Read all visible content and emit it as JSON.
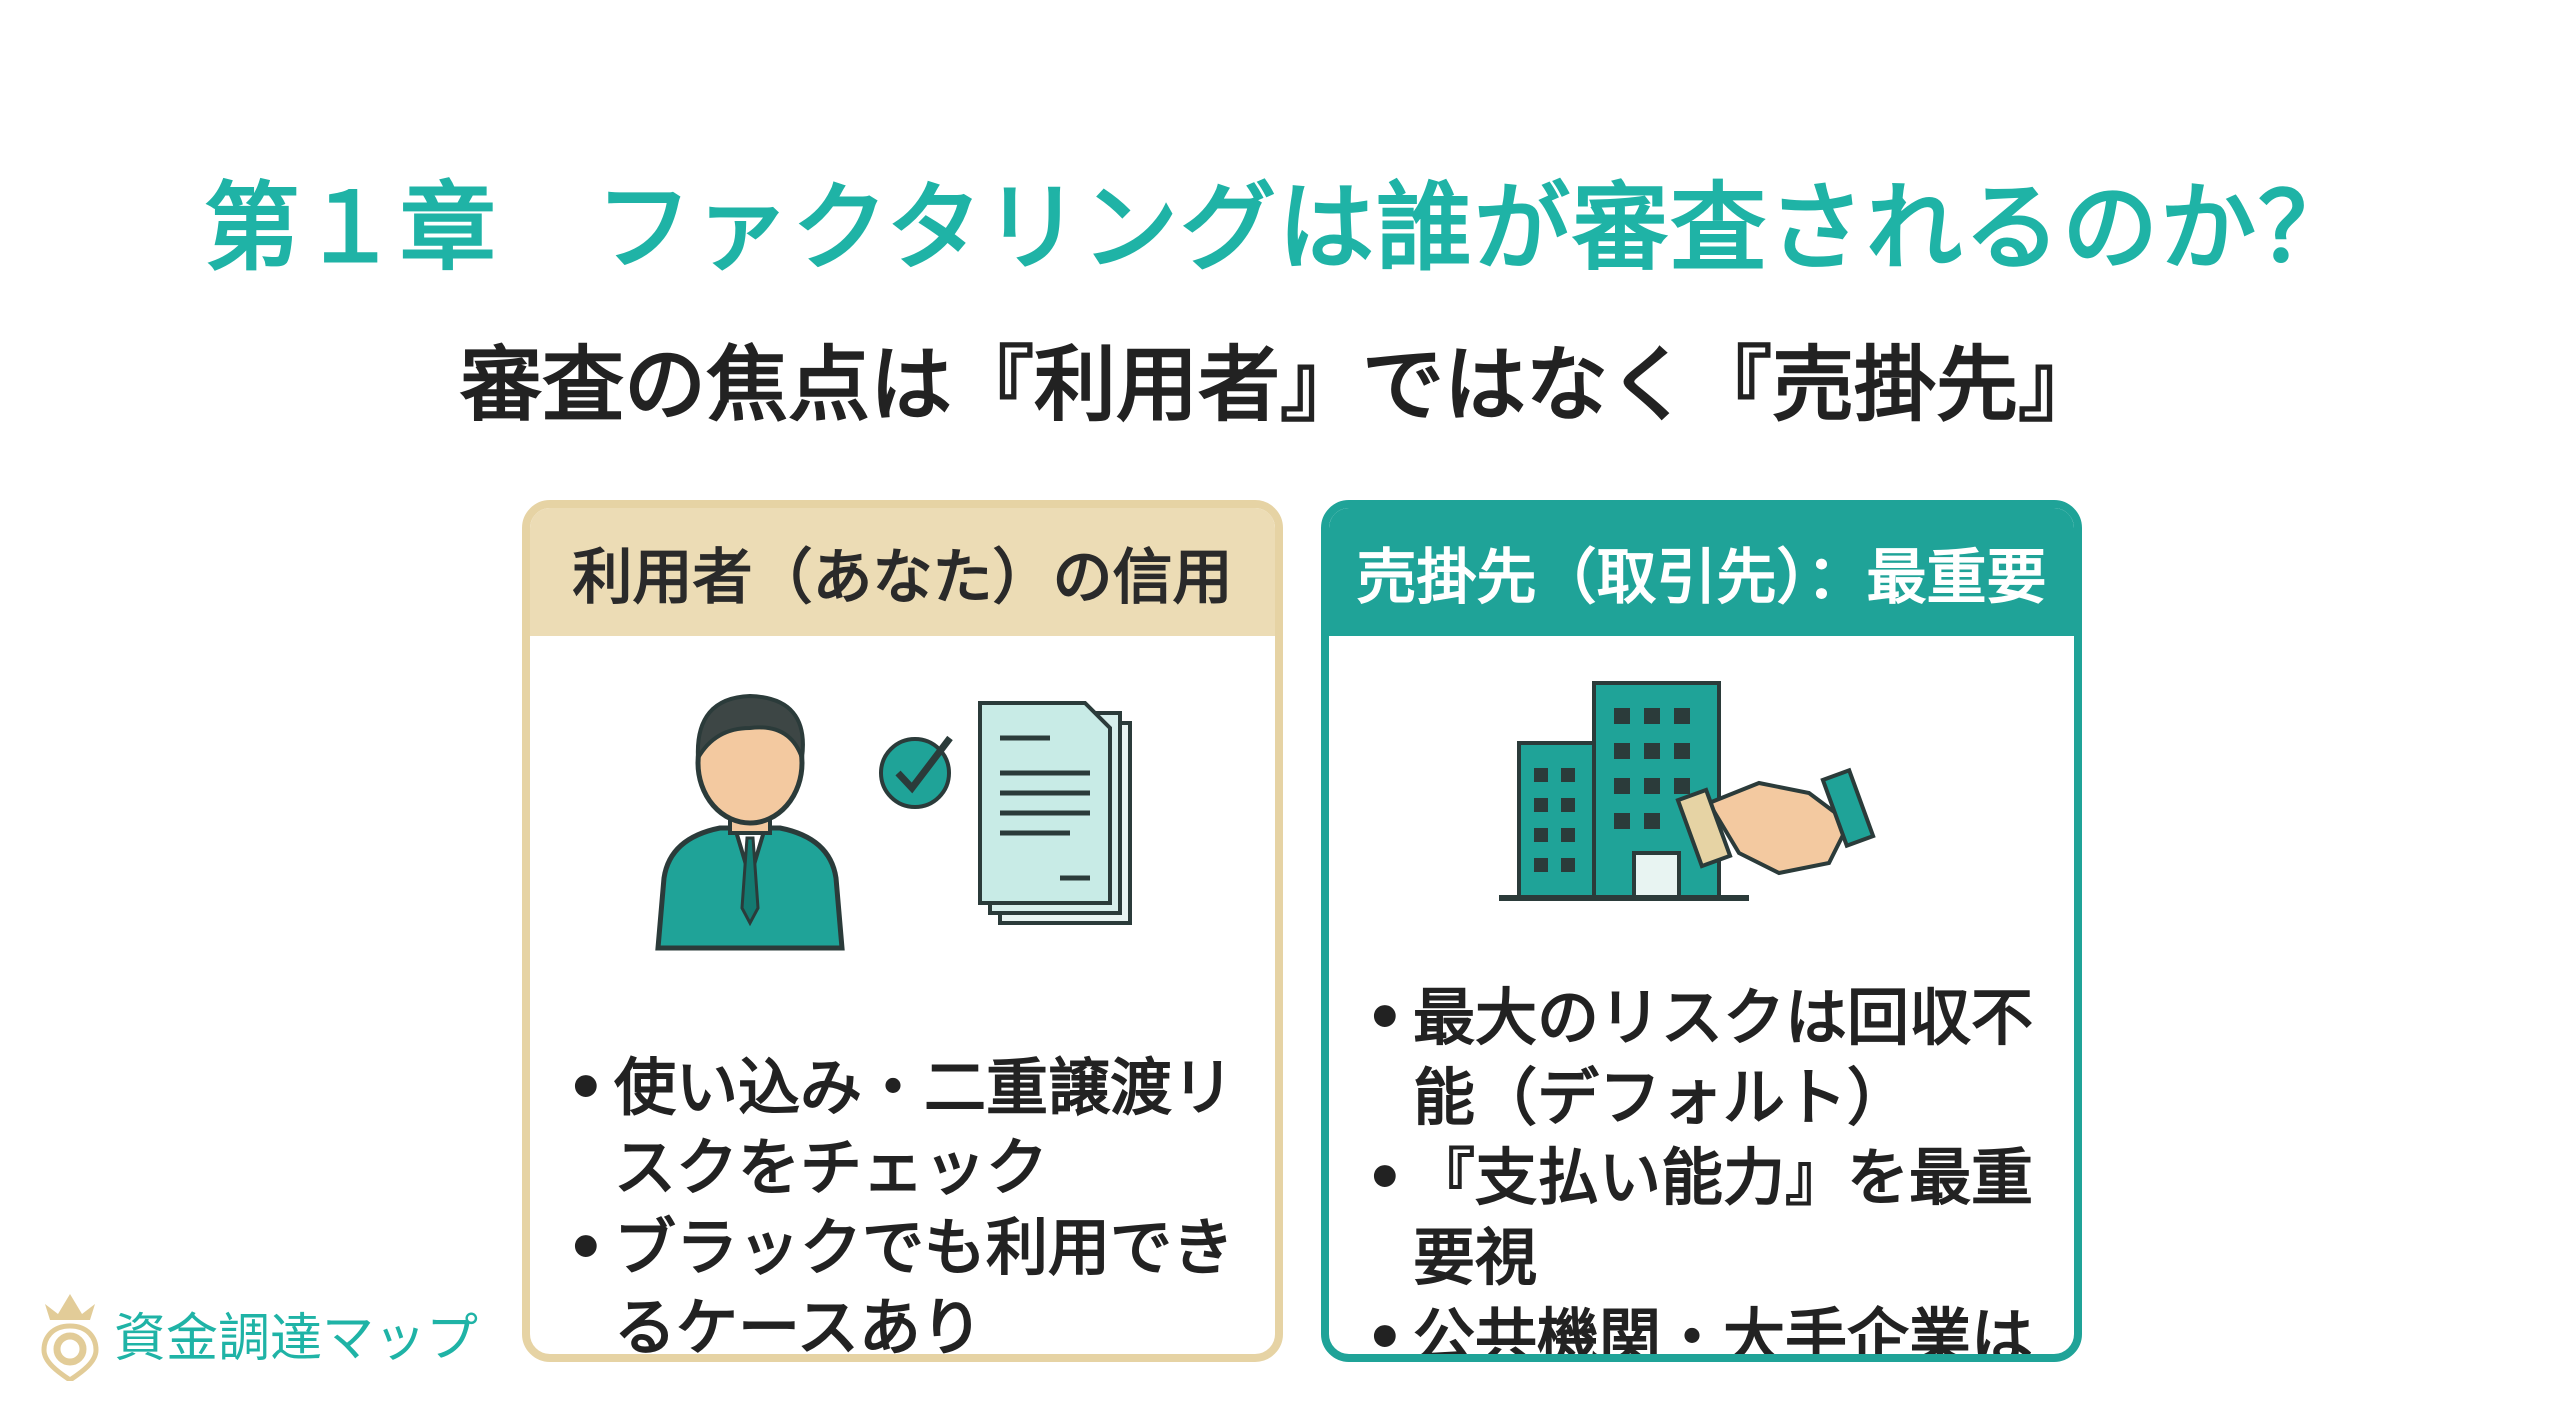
{
  "title": "第１章　ファクタリングは誰が審査されるのか？",
  "subtitle": "審査の焦点は『利用者』ではなく『売掛先』",
  "cards": [
    {
      "header": "利用者（あなた）の信用",
      "icon": "businessman-with-check-and-documents",
      "bullets": [
        "使い込み・二重譲渡リスクをチェック",
        "ブラックでも利用できるケースあり"
      ]
    },
    {
      "header": "売掛先（取引先）：最重要",
      "icon": "building-with-handshake",
      "bullets": [
        "最大のリスクは回収不能（デフォルト）",
        "『支払い能力』を最重要視",
        "公共機関・大手企業は通りやすい"
      ]
    }
  ],
  "logo": {
    "text": "資金調達マップ",
    "icon": "crown-location-pin-icon"
  },
  "colors": {
    "teal": "#1fb3a6",
    "card_teal": "#1fa398",
    "gold": "#e6d3a4",
    "gold_header": "#ecdcb5"
  }
}
